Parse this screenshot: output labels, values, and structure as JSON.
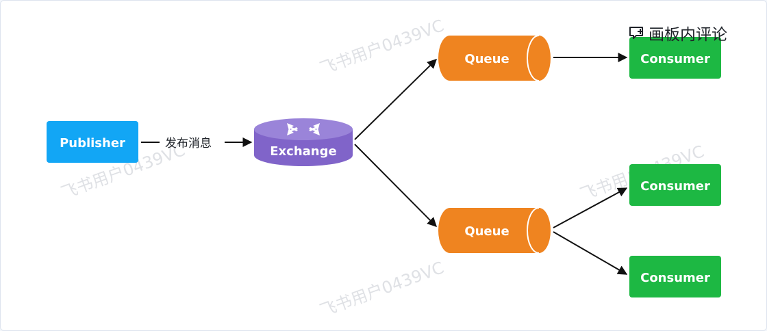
{
  "toolbar": {
    "comment_label": "画板内评论",
    "comment_icon": "comment-add-icon"
  },
  "watermark": "飞书用户0439VC",
  "diagram": {
    "publisher": {
      "label": "Publisher",
      "color": "#12a6f5"
    },
    "edge_label": "发布消息",
    "exchange": {
      "label": "Exchange",
      "color": "#8064c9",
      "top_color": "#9a84d9",
      "icon": "router-arrows-icon"
    },
    "queue_top": {
      "label": "Queue",
      "color": "#ef8420"
    },
    "queue_bottom": {
      "label": "Queue",
      "color": "#ef8420"
    },
    "consumer_1": {
      "label": "Consumer",
      "color": "#1db843"
    },
    "consumer_2": {
      "label": "Consumer",
      "color": "#1db843"
    },
    "consumer_3": {
      "label": "Consumer",
      "color": "#1db843"
    }
  }
}
